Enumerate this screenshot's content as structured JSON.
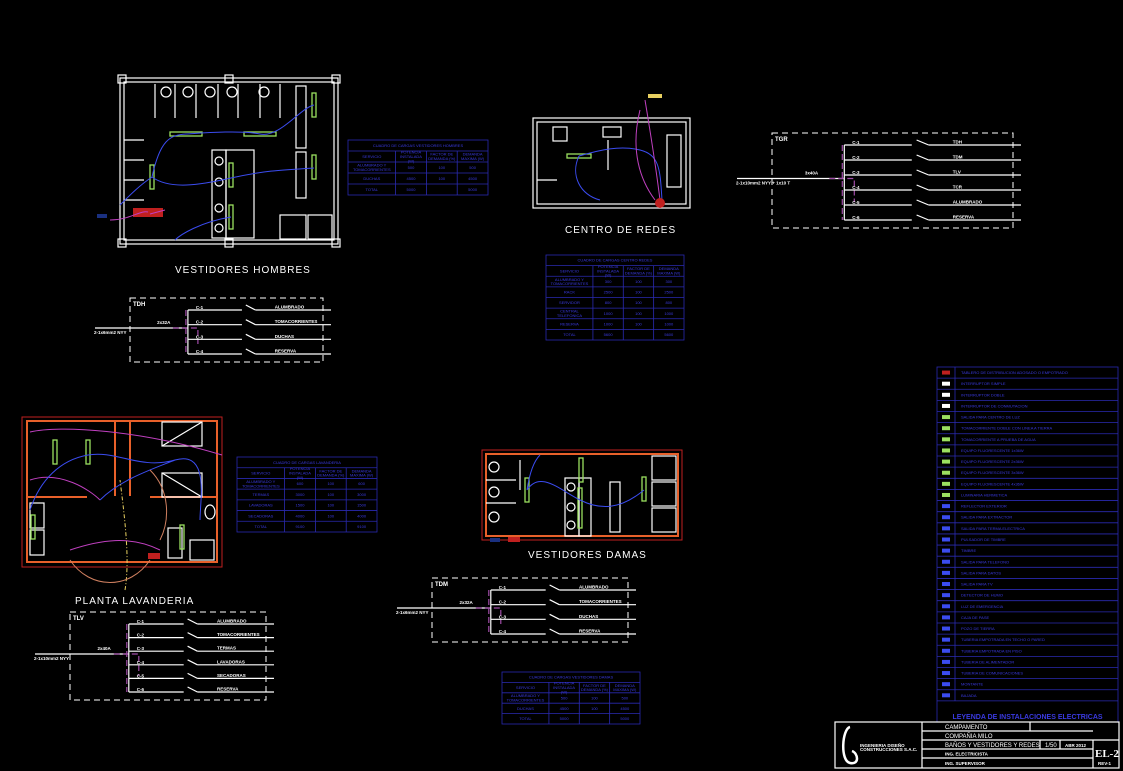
{
  "plans": {
    "hombres": "VESTIDORES HOMBRES",
    "redes": "CENTRO DE REDES",
    "lavanderia": "PLANTA LAVANDERIA",
    "damas": "VESTIDORES DAMAS"
  },
  "colors": {
    "background": "#000000",
    "walls": "#ffffff",
    "walls_lav": "#e8602a",
    "luminaires": "#9be060",
    "circuits": "#3b4cf0",
    "tables": "#2a2ab0",
    "legend_text": "#3a3ae0",
    "feeders": "#a04ca8"
  },
  "tables": [
    {
      "title": "CUADRO DE CARGAS VESTIDORES HOMBRES",
      "headers": [
        "SERVICIO",
        "POTENCIA INSTALADA (W)",
        "FACTOR DE DEMANDA (%)",
        "DEMANDA MAXIMA (W)"
      ],
      "rows": [
        [
          "ALUMBRADO Y TOMACORRIENTES",
          "500",
          "100",
          "500"
        ],
        [
          "DUCHAS",
          "4500",
          "100",
          "4500"
        ],
        [
          "TOTAL",
          "5000",
          "",
          "5000"
        ]
      ]
    },
    {
      "title": "CUADRO DE CARGAS CENTRO REDES",
      "headers": [
        "SERVICIO",
        "POTENCIA INSTALADA (W)",
        "FACTOR DE DEMANDA (%)",
        "DEMANDA MAXIMA (W)"
      ],
      "rows": [
        [
          "ALUMBRADO Y TOMACORRIENTES",
          "300",
          "100",
          "300"
        ],
        [
          "RACK",
          "2500",
          "100",
          "2500"
        ],
        [
          "SERVIDOR",
          "800",
          "100",
          "800"
        ],
        [
          "CENTRAL TELEFONICA",
          "1000",
          "100",
          "1000"
        ],
        [
          "RESERVA",
          "1000",
          "100",
          "1000"
        ],
        [
          "TOTAL",
          "5600",
          "",
          "5600"
        ]
      ]
    },
    {
      "title": "CUADRO DE CARGAS LAVANDERIA",
      "headers": [
        "SERVICIO",
        "POTENCIA INSTALADA (W)",
        "FACTOR DE DEMANDA (%)",
        "DEMANDA MAXIMA (W)"
      ],
      "rows": [
        [
          "ALUMBRADO Y TOMACORRIENTES",
          "600",
          "100",
          "600"
        ],
        [
          "TERMAS",
          "3000",
          "100",
          "3000"
        ],
        [
          "LAVADORAS",
          "1500",
          "100",
          "1500"
        ],
        [
          "SECADORAS",
          "4000",
          "100",
          "4000"
        ],
        [
          "TOTAL",
          "9100",
          "",
          "9100"
        ]
      ]
    },
    {
      "title": "CUADRO DE CARGAS VESTIDORES DAMAS",
      "headers": [
        "SERVICIO",
        "POTENCIA INSTALADA (W)",
        "FACTOR DE DEMANDA (%)",
        "DEMANDA MAXIMA (W)"
      ],
      "rows": [
        [
          "ALUMBRADO Y TOMACORRIENTES",
          "500",
          "100",
          "500"
        ],
        [
          "DUCHAS",
          "4500",
          "100",
          "4500"
        ],
        [
          "TOTAL",
          "5000",
          "",
          "5000"
        ]
      ]
    }
  ],
  "boards": [
    {
      "name": "TGR",
      "feed": "2-1x10mm2 NYY + 1x10 T",
      "breaker": "3x40A",
      "circuits": [
        "C-1",
        "C-2",
        "C-3",
        "C-4",
        "C-5",
        "C-6"
      ],
      "loads": [
        "TDH",
        "TDM",
        "TLV",
        "TCR",
        "ALUMBRADO",
        "RESERVA"
      ]
    },
    {
      "name": "TDH",
      "feed": "2-1x6mm2 NYY",
      "breaker": "2x32A",
      "circuits": [
        "C-1",
        "C-2",
        "C-3",
        "C-4"
      ],
      "loads": [
        "ALUMBRADO",
        "TOMACORRIENTES",
        "DUCHAS",
        "RESERVA"
      ]
    },
    {
      "name": "TDM",
      "feed": "2-1x6mm2 NYY",
      "breaker": "2x32A",
      "circuits": [
        "C-1",
        "C-2",
        "C-3",
        "C-4"
      ],
      "loads": [
        "ALUMBRADO",
        "TOMACORRIENTES",
        "DUCHAS",
        "RESERVA"
      ]
    },
    {
      "name": "TLV",
      "feed": "2-1x10mm2 NYY",
      "breaker": "2x40A",
      "circuits": [
        "C-1",
        "C-2",
        "C-3",
        "C-4",
        "C-5",
        "C-6"
      ],
      "loads": [
        "ALUMBRADO",
        "TOMACORRIENTES",
        "TERMAS",
        "LAVADORAS",
        "SECADORAS",
        "RESERVA"
      ]
    }
  ],
  "legend": {
    "title": "LEYENDA DE INSTALACIONES ELECTRICAS",
    "items": [
      "TABLERO DE DISTRIBUCION ADOSADO O EMPOTRADO",
      "INTERRUPTOR SIMPLE",
      "INTERRUPTOR DOBLE",
      "INTERRUPTOR DE CONMUTACION",
      "SALIDA PARA CENTRO DE LUZ",
      "TOMACORRIENTE DOBLE CON LINEA A TIERRA",
      "TOMACORRIENTE A PRUEBA DE AGUA",
      "EQUIPO FLUORESCENTE 1x36W",
      "EQUIPO FLUORESCENTE 2x36W",
      "EQUIPO FLUORESCENTE 3x36W",
      "EQUIPO FLUORESCENTE 4x36W",
      "LUMINARIA HERMETICA",
      "REFLECTOR EXTERIOR",
      "SALIDA PARA EXTRACTOR",
      "SALIDA PARA TERMA ELECTRICA",
      "PULSADOR DE TIMBRE",
      "TIMBRE",
      "SALIDA PARA TELEFONO",
      "SALIDA PARA DATOS",
      "SALIDA PARA TV",
      "DETECTOR DE HUMO",
      "LUZ DE EMERGENCIA",
      "CAJA DE PASE",
      "POZO DE TIERRA",
      "TUBERIA EMPOTRADA EN TECHO O PARED",
      "TUBERIA EMPOTRADA EN PISO",
      "TUBERIA DE ALIMENTADOR",
      "TUBERIA DE COMUNICACIONES",
      "MONTANTE",
      "BAJADA"
    ]
  },
  "title_block": {
    "project": "CAMPAMENTO",
    "client": "COMPAÑIA MILO",
    "sheet_title": "BAÑOS Y VESTIDORES Y REDES",
    "scale": "1/50",
    "date": "ABR 2012",
    "designer": "ING. ELECTRICISTA",
    "reviewer": "ING. SUPERVISOR",
    "company": "INGENIERIA DISEÑO CONSTRUCCIONES S.A.C.",
    "sheet": "EL-2",
    "revision": "REV-1"
  }
}
